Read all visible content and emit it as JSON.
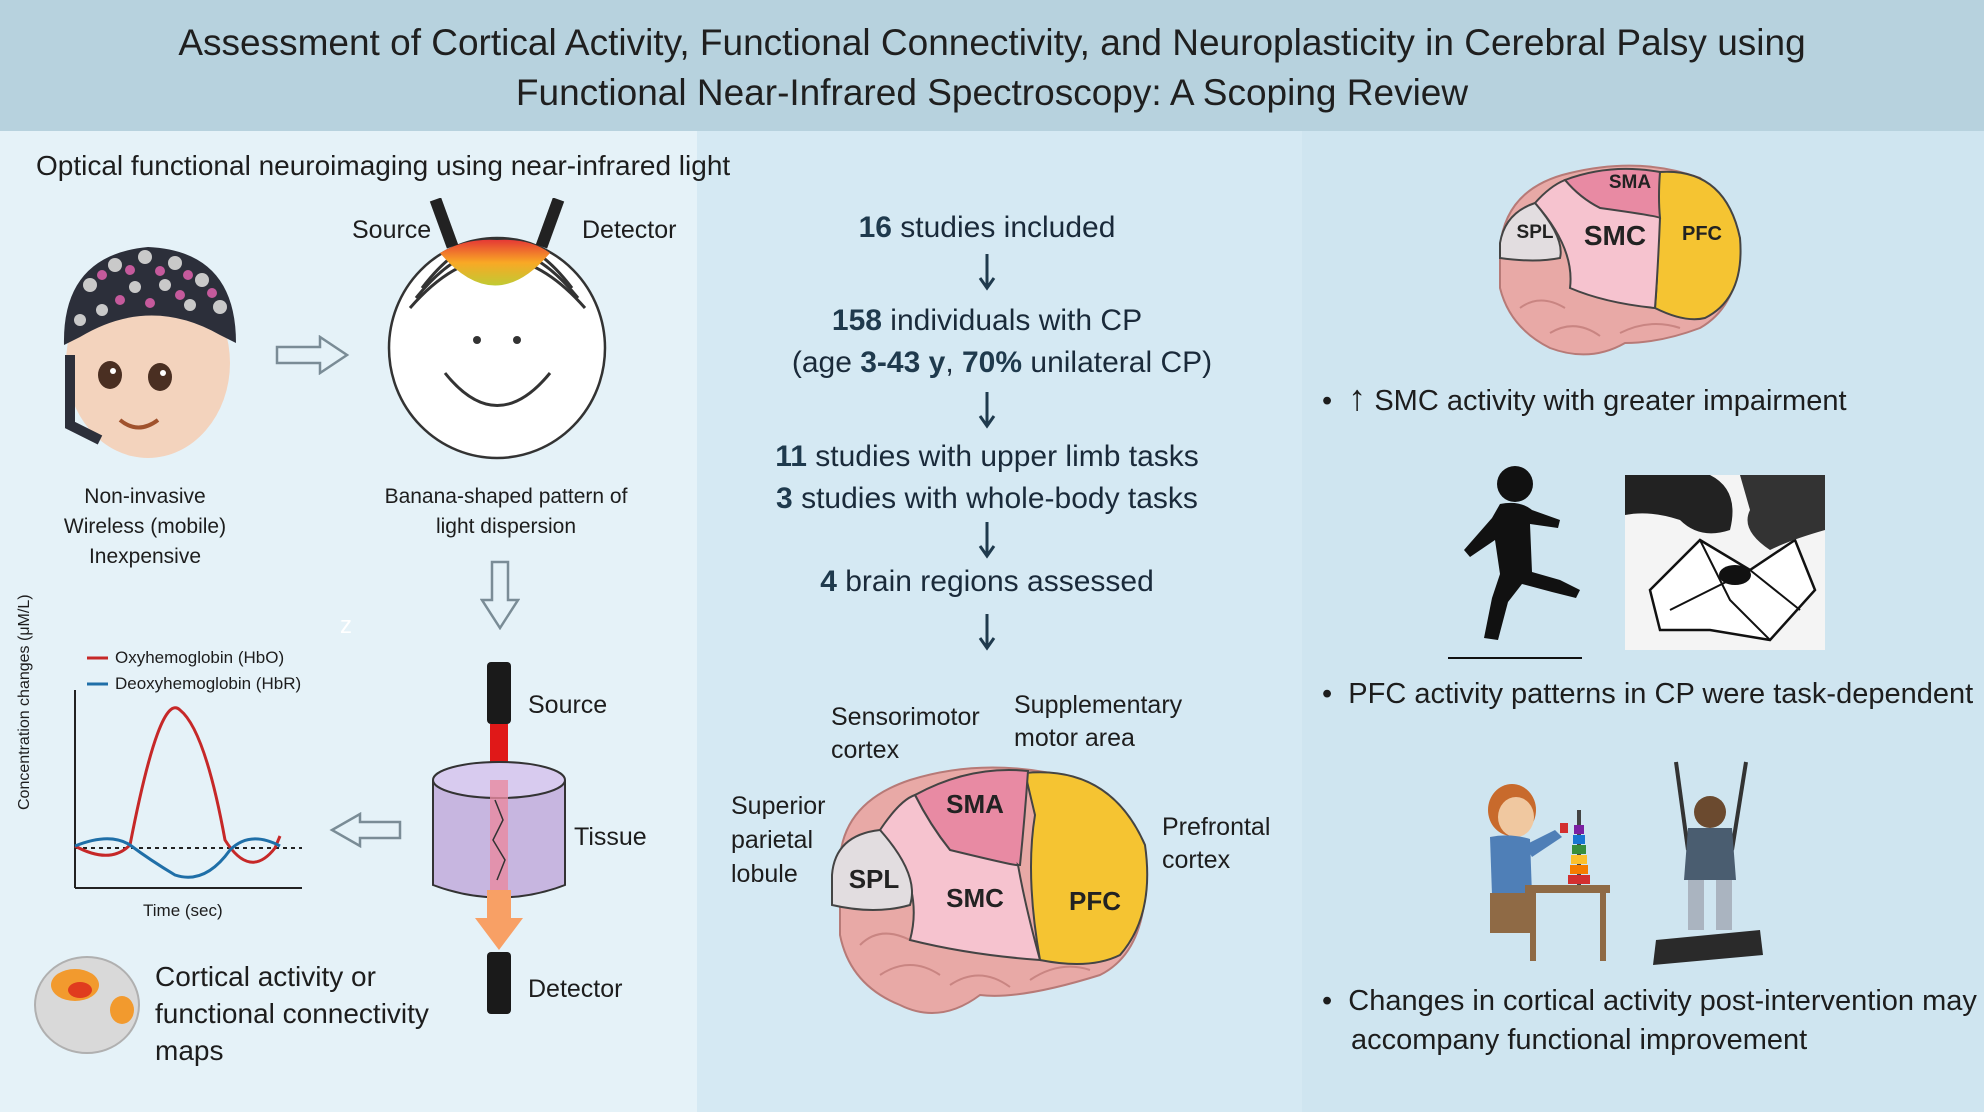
{
  "title": {
    "line1": "Assessment of Cortical Activity, Functional Connectivity, and Neuroplasticity in Cerebral Palsy using",
    "line2": "Functional Near-Infrared Spectroscopy: A Scoping Review"
  },
  "left": {
    "heading": "Optical functional neuroimaging using near-infrared light",
    "cap_features": [
      "Non-invasive",
      "Wireless (mobile)",
      "Inexpensive"
    ],
    "source_label": "Source",
    "detector_label": "Detector",
    "banana_caption": [
      "Banana-shaped pattern of",
      "light dispersion"
    ],
    "stray_glyph": "z",
    "chart": {
      "legend_hbo": "Oxyhemoglobin (HbO)",
      "legend_hbr": "Deoxyhemoglobin (HbR)",
      "ylabel": "Concentration changes (μM/L)",
      "xlabel": "Time (sec)"
    },
    "tissue_source": "Source",
    "tissue_label": "Tissue",
    "tissue_detector": "Detector",
    "maps_caption": [
      "Cortical activity or",
      "functional connectivity",
      "maps"
    ]
  },
  "middle": {
    "step1": {
      "num": "16",
      "text": " studies included"
    },
    "step2": {
      "num": "158",
      "text": " individuals with CP",
      "line2_pre": "(age ",
      "age": "3-43 y",
      "sep": ", ",
      "pct": "70%",
      "line2_post": " unilateral CP)"
    },
    "step3": {
      "num1": "11",
      "text1": " studies with upper limb tasks",
      "num2": "3",
      "text2": " studies with whole-body tasks"
    },
    "step4": {
      "num": "4",
      "text": " brain regions assessed"
    },
    "regions": {
      "smc_name": [
        "Sensorimotor",
        "cortex"
      ],
      "sma_name": [
        "Supplementary",
        "motor area"
      ],
      "spl_name": [
        "Superior",
        "parietal",
        "lobule"
      ],
      "pfc_name": [
        "Prefrontal",
        "cortex"
      ],
      "abbr": {
        "sma": "SMA",
        "spl": "SPL",
        "smc": "SMC",
        "pfc": "PFC"
      }
    }
  },
  "right": {
    "bullet1_arrow": "↑",
    "bullet1": "SMC activity with greater impairment",
    "bullet2": "PFC activity patterns in CP were task-dependent",
    "bullet3": [
      "Changes in cortical activity post-intervention may",
      "accompany functional improvement"
    ],
    "brain_abbr": {
      "sma": "SMA",
      "spl": "SPL",
      "smc": "SMC",
      "pfc": "PFC"
    }
  },
  "colors": {
    "header_bg": "#b7d2de",
    "hbo": "#c62828",
    "hbr": "#1f6fa8",
    "sma": "#e88aa3",
    "smc": "#f6c3cf",
    "spl": "#e2dde0",
    "pfc": "#f5c432",
    "arrow": "#1f3a4d"
  }
}
